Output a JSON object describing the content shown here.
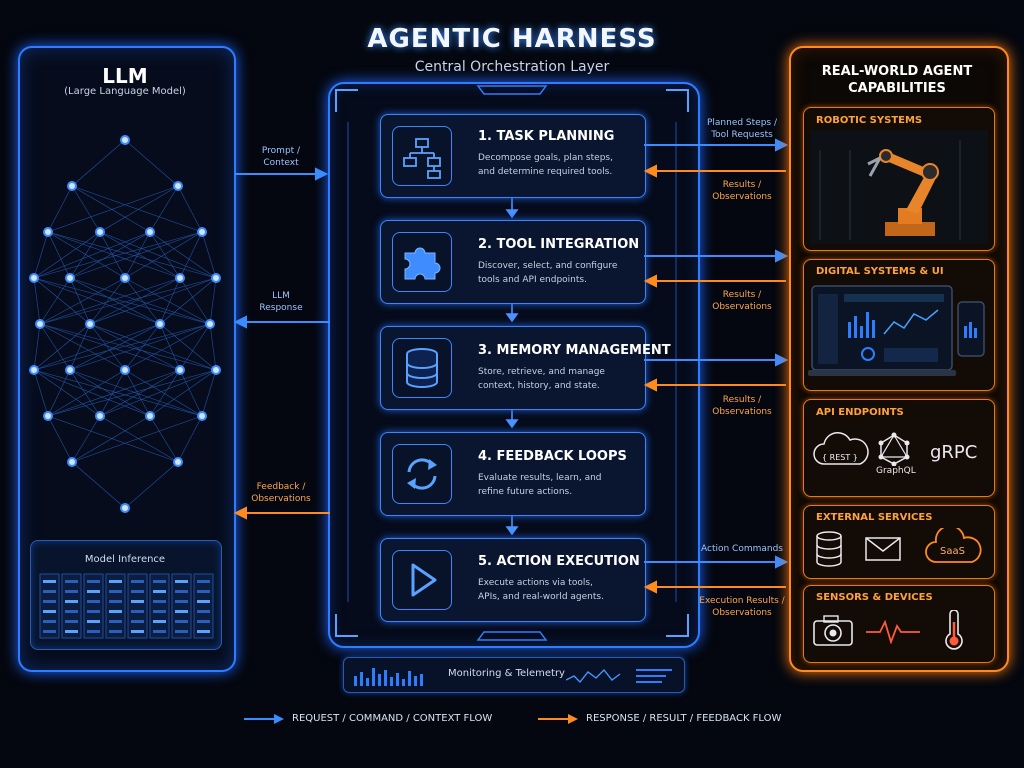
{
  "header": {
    "title": "AGENTIC HARNESS",
    "subtitle": "Central Orchestration Layer"
  },
  "llm": {
    "title": "LLM",
    "subtitle": "(Large Language Model)",
    "inference_label": "Model Inference"
  },
  "center": {
    "cards": [
      {
        "title": "1. TASK PLANNING",
        "desc": [
          "Decompose goals, plan steps,",
          "and determine required tools."
        ],
        "icon": "flowchart-icon"
      },
      {
        "title": "2. TOOL INTEGRATION",
        "desc": [
          "Discover, select, and configure",
          "tools and API endpoints."
        ],
        "icon": "puzzle-icon"
      },
      {
        "title": "3. MEMORY MANAGEMENT",
        "desc": [
          "Store, retrieve, and manage",
          "context, history, and state."
        ],
        "icon": "database-icon"
      },
      {
        "title": "4. FEEDBACK LOOPS",
        "desc": [
          "Evaluate results, learn, and",
          "refine future actions."
        ],
        "icon": "refresh-icon"
      },
      {
        "title": "5. ACTION EXECUTION",
        "desc": [
          "Execute actions via tools,",
          "APIs, and real-world agents."
        ],
        "icon": "play-icon"
      }
    ],
    "monitoring_label": "Monitoring & Telemetry"
  },
  "left_flows": {
    "prompt": [
      "Prompt /",
      "Context"
    ],
    "response": [
      "LLM",
      "Response"
    ],
    "feedback": [
      "Feedback /",
      "Observations"
    ]
  },
  "right_flows": {
    "planned": [
      "Planned Steps /",
      "Tool Requests"
    ],
    "results1": [
      "Results /",
      "Observations"
    ],
    "results2": [
      "Results /",
      "Observations"
    ],
    "results3": [
      "Results /",
      "Observations"
    ],
    "action_commands": "Action Commands",
    "execution_results": [
      "Execution Results /",
      "Observations"
    ]
  },
  "capabilities": {
    "title": [
      "REAL-WORLD AGENT",
      "CAPABILITIES"
    ],
    "sections": [
      {
        "title": "ROBOTIC SYSTEMS"
      },
      {
        "title": "DIGITAL SYSTEMS & UI"
      },
      {
        "title": "API ENDPOINTS",
        "items": [
          "{ REST }",
          "GraphQL",
          "gRPC"
        ]
      },
      {
        "title": "EXTERNAL SERVICES",
        "items": [
          "SaaS"
        ]
      },
      {
        "title": "SENSORS & DEVICES"
      }
    ]
  },
  "legend": {
    "request": "REQUEST / COMMAND / CONTEXT FLOW",
    "response": "RESPONSE / RESULT / FEEDBACK FLOW"
  },
  "colors": {
    "blue": "#2f7dff",
    "orange": "#ff8a1f",
    "background": "#04070f"
  }
}
